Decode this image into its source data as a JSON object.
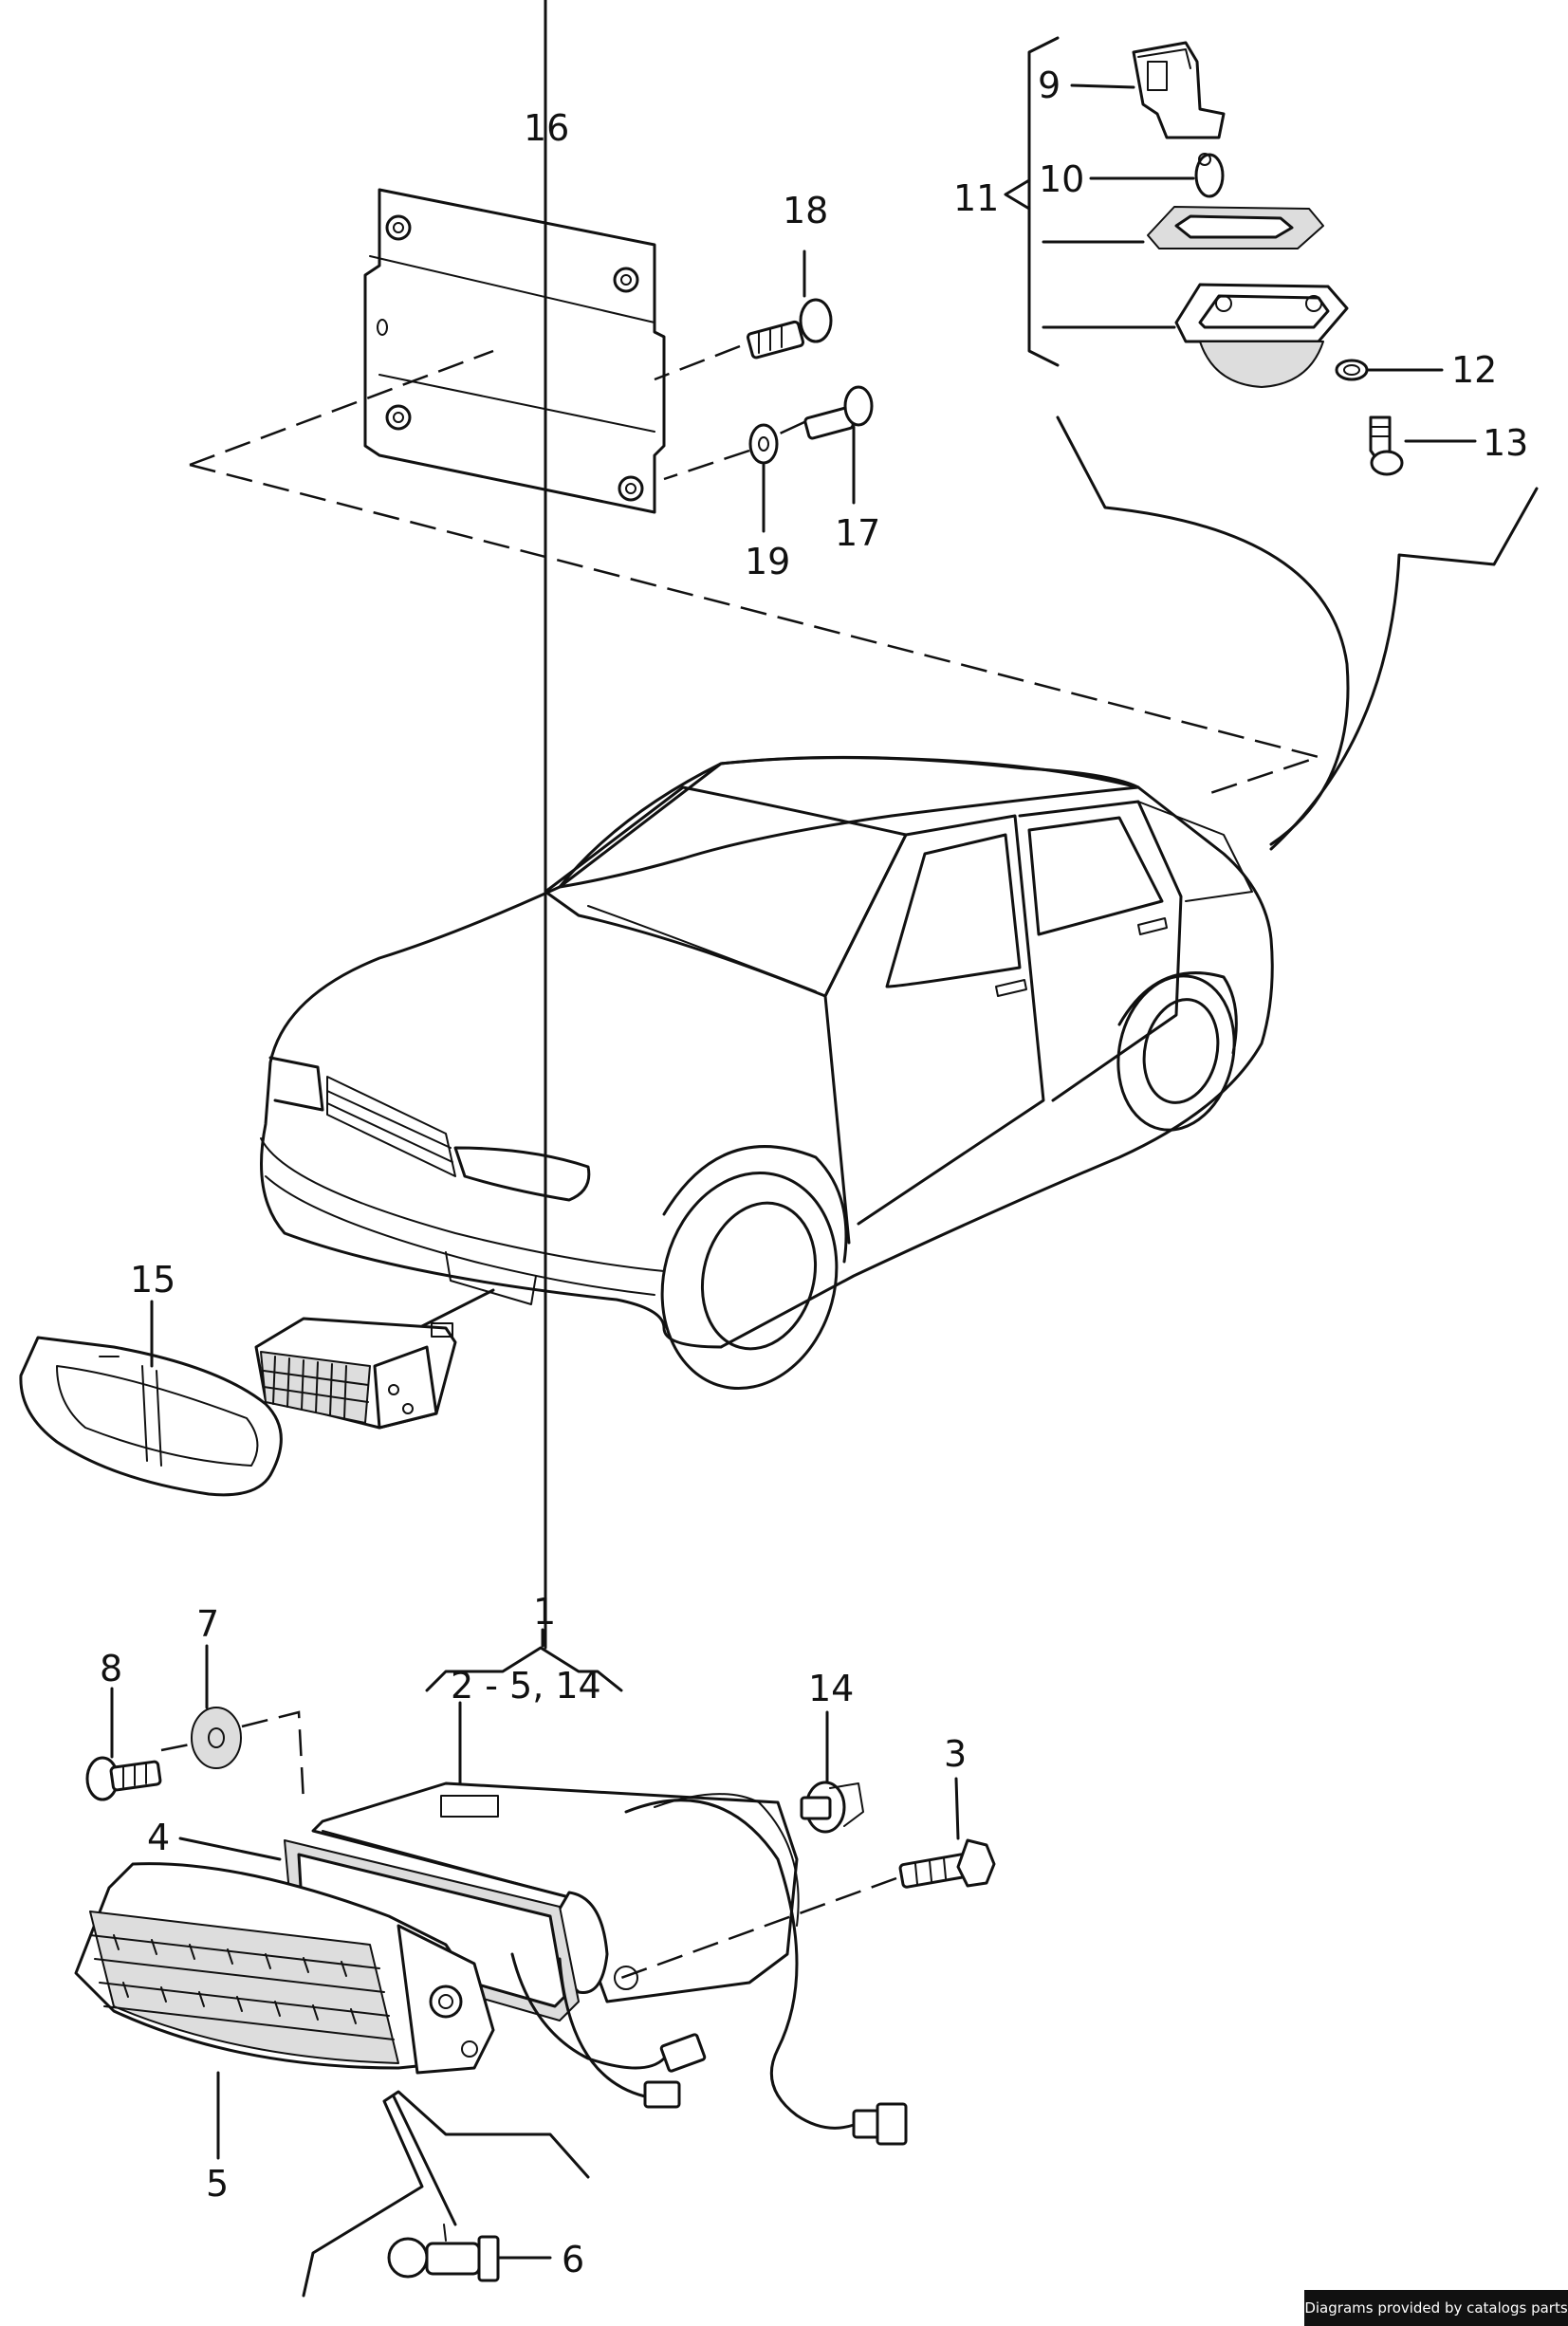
{
  "callouts": {
    "c1": "1",
    "c1_range": "2 - 5, 14",
    "c3": "3",
    "c4": "4",
    "c5": "5",
    "c6": "6",
    "c7": "7",
    "c8": "8",
    "c9": "9",
    "c10": "10",
    "c11": "11",
    "c12": "12",
    "c13": "13",
    "c14": "14",
    "c15": "15",
    "c16": "16",
    "c17": "17",
    "c18": "18",
    "c19": "19"
  },
  "footer": {
    "credit": "Diagrams provided by catalogs parts"
  }
}
